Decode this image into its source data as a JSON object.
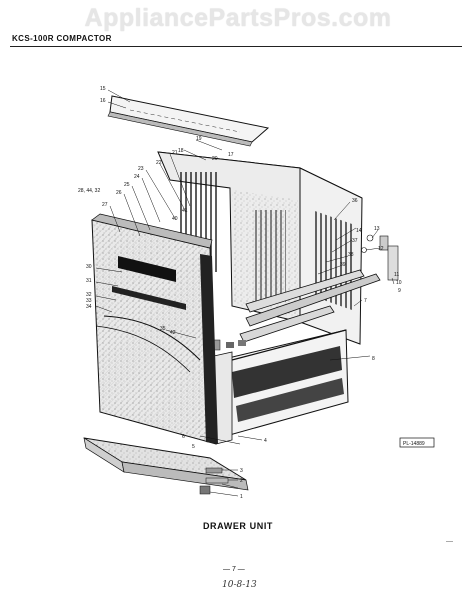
{
  "watermark": {
    "text": "AppliancePartsPros.com"
  },
  "header": {
    "title": "KCS-100R COMPACTOR"
  },
  "caption": "DRAWER UNIT",
  "footer": {
    "page_number": "— 7 —",
    "handwritten_note": "10-8-13",
    "corner_mark": "—"
  },
  "reference_box": "PL-14889",
  "callouts": {
    "c15": "15",
    "c16": "16",
    "c17_top": "17",
    "c18": "18",
    "c19": "19",
    "c20_top": "20",
    "c21": "21",
    "c22": "22",
    "c23": "23",
    "c24": "24",
    "c25": "25",
    "c26": "26",
    "c27": "27",
    "c28": "28, 44, 32",
    "c30": "30",
    "c31": "31",
    "c32": "32",
    "c33": "33",
    "c34": "34",
    "c35": "35",
    "c36": "36",
    "c37": "37",
    "c38": "38",
    "c39": "39",
    "c40": "40",
    "c41": "41",
    "c42": "42",
    "c13": "13",
    "c14": "14",
    "c12": "12",
    "c11": "11",
    "c10": "10",
    "c9": "9",
    "c8": "8",
    "c7": "7",
    "c5": "5",
    "c6": "6",
    "c4": "4",
    "c3": "3",
    "c2": "2",
    "c1": "1"
  }
}
